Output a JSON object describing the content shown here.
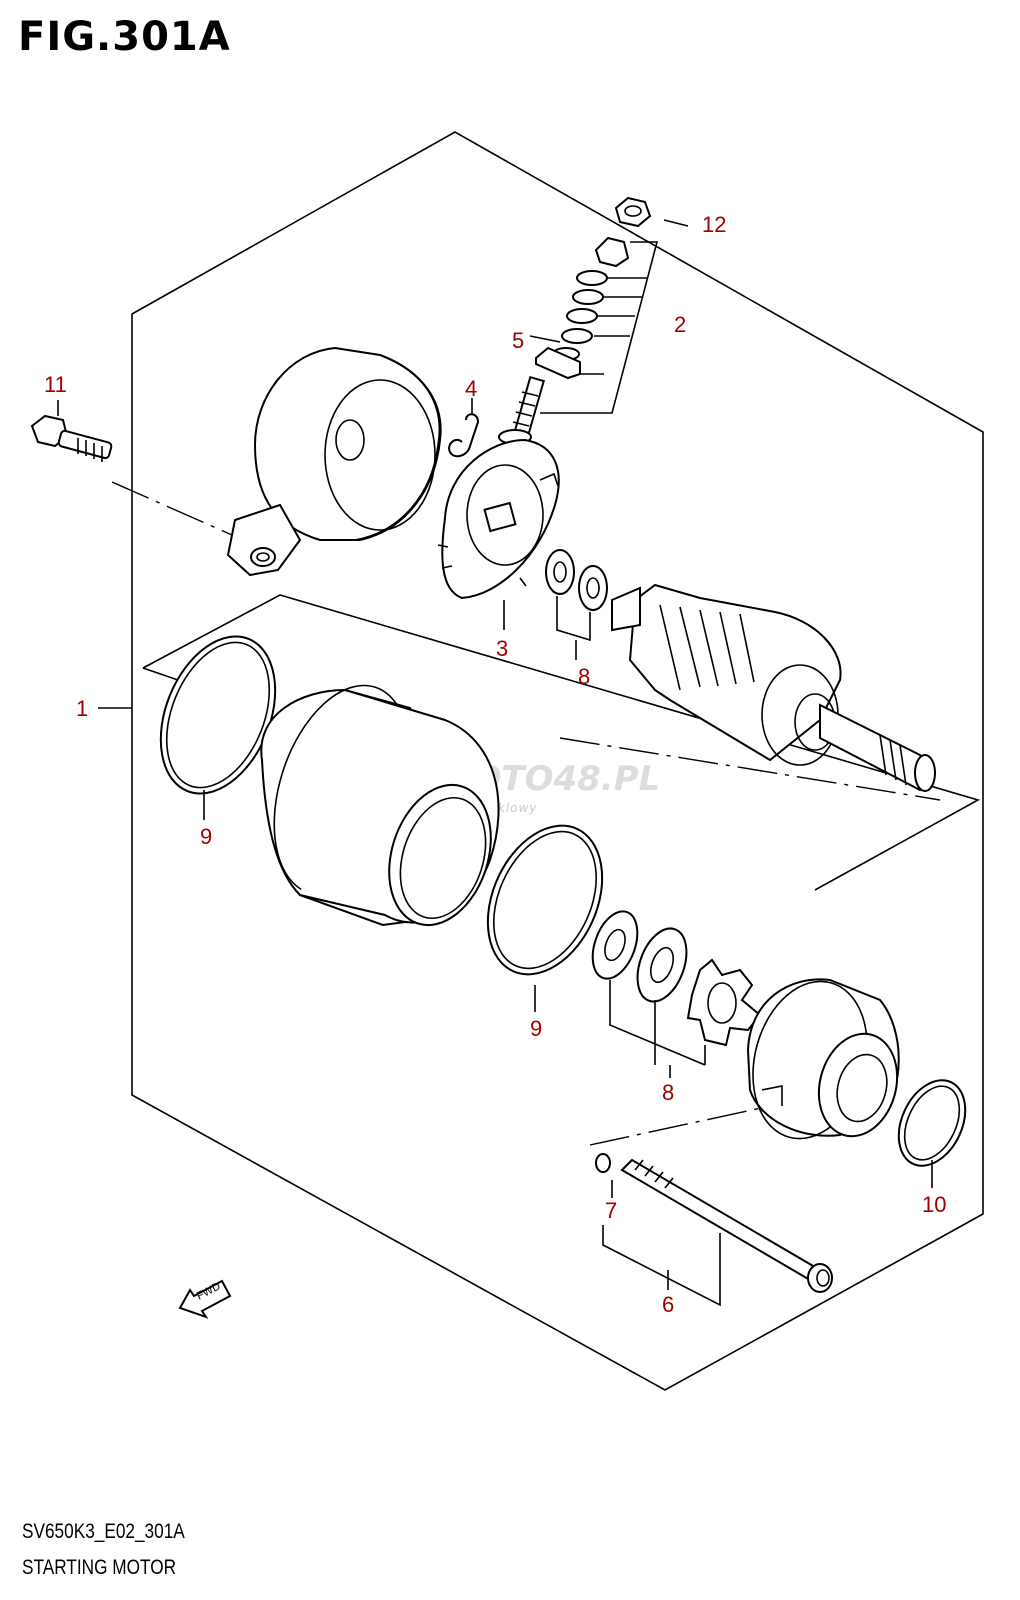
{
  "figure": {
    "title": "FIG.301A",
    "model_code": "SV650K3_E02_301A",
    "name": "STARTING MOTOR"
  },
  "watermark": {
    "brand": "SKLEPMOTO48.PL",
    "tagline": "internetowy sklep motocyklowy"
  },
  "direction_indicator": {
    "label": "FWD",
    "icon": "arrow-fwd-icon"
  },
  "callouts": [
    {
      "id": "c1",
      "number": "1"
    },
    {
      "id": "c2",
      "number": "2"
    },
    {
      "id": "c3",
      "number": "3"
    },
    {
      "id": "c4",
      "number": "4"
    },
    {
      "id": "c5",
      "number": "5"
    },
    {
      "id": "c6",
      "number": "6"
    },
    {
      "id": "c7",
      "number": "7"
    },
    {
      "id": "c8a",
      "number": "8"
    },
    {
      "id": "c8b",
      "number": "8"
    },
    {
      "id": "c9a",
      "number": "9"
    },
    {
      "id": "c9b",
      "number": "9"
    },
    {
      "id": "c10",
      "number": "10"
    },
    {
      "id": "c11",
      "number": "11"
    },
    {
      "id": "c12",
      "number": "12"
    }
  ],
  "colors": {
    "callout": "#a00000",
    "line": "#000000",
    "watermark": "#dcdcdc"
  }
}
